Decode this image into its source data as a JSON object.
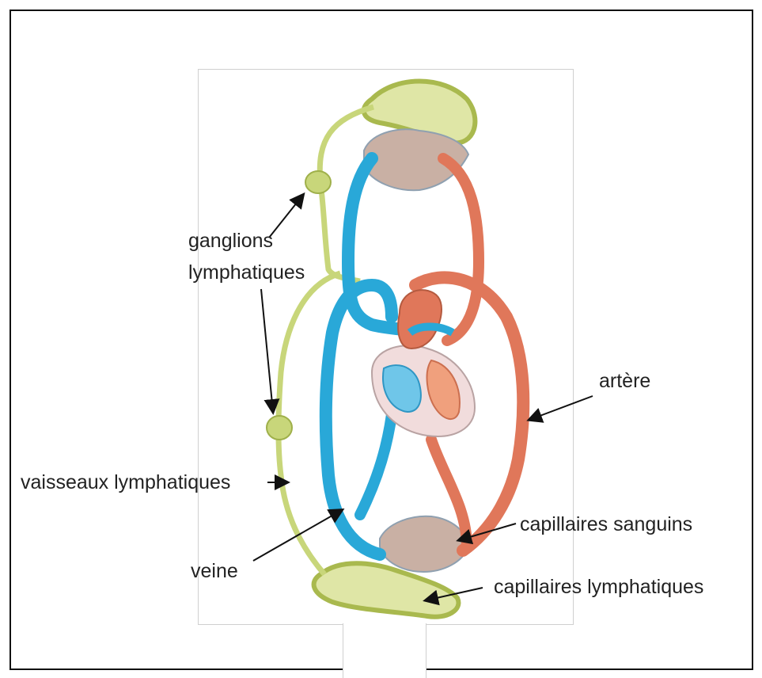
{
  "labels": {
    "ganglions_line1": "ganglions",
    "ganglions_line2": "lymphatiques",
    "vaisseaux": "vaisseaux lymphatiques",
    "veine": "veine",
    "artere": "artère",
    "capillaires_sanguins": "capillaires sanguins",
    "capillaires_lymphatiques": "capillaires lymphatiques"
  },
  "colors": {
    "lymph": "#c8d67a",
    "lymph_stroke": "#9fb04a",
    "vein": "#29a8d8",
    "artery": "#e0775a",
    "heart_wall": "#f1dcdc",
    "text": "#222222"
  }
}
